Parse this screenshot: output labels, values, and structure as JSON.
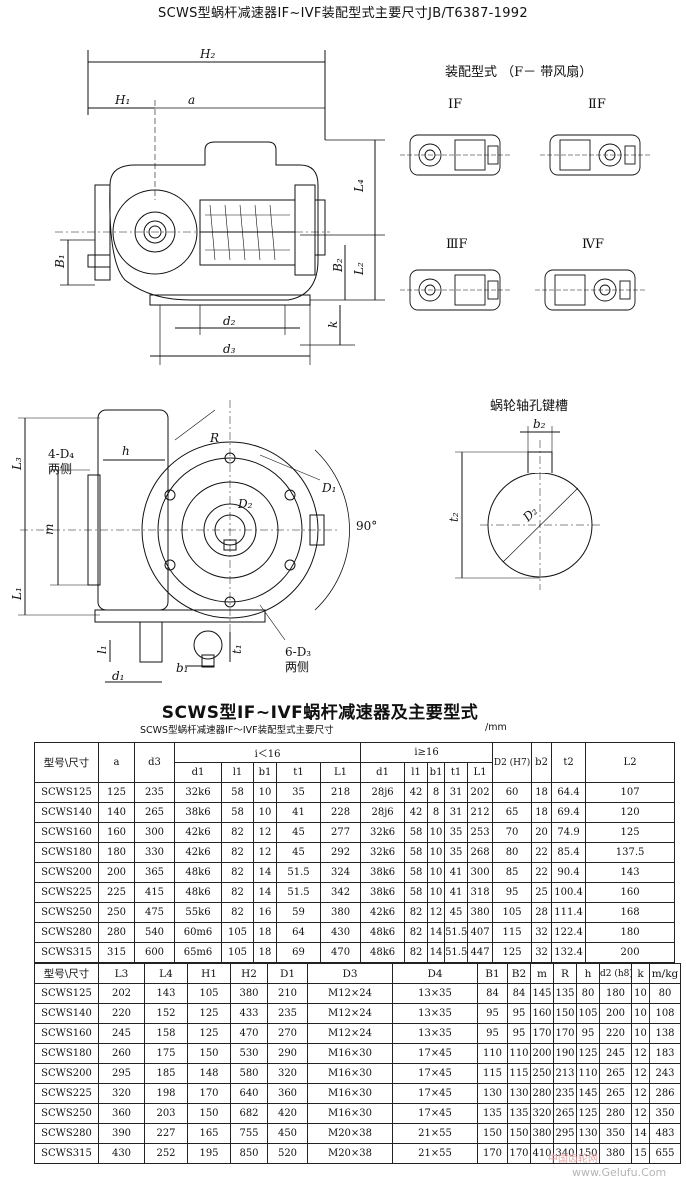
{
  "header": "SCWS型蜗杆减速器IF~IVF装配型式主要尺寸JB/T6387-1992",
  "labels": {
    "H2": "H₂",
    "H1": "H₁",
    "a": "a",
    "L4": "L₄",
    "L2": "L₂",
    "B1": "B₁",
    "B2": "B₂",
    "k": "k",
    "d2": "d₂",
    "d3": "d₃",
    "L3": "L₃",
    "L1": "L₁",
    "m": "m",
    "h": "h",
    "R": "R",
    "D4_line1": "4-D₄",
    "D4_line2": "两侧",
    "D1": "D₁",
    "D2": "D₂",
    "deg90": "90°",
    "D3_line1": "6-D₃",
    "D3_line2": "两侧",
    "l1": "l₁",
    "b1": "b₁",
    "t1": "t₁",
    "d1": "d₁",
    "b2": "b₂",
    "t2": "t₂",
    "D2b": "D₂"
  },
  "assembly": {
    "title": "装配型式  （F－ 带风扇）",
    "forms": [
      "ⅠF",
      "ⅡF",
      "ⅢF",
      "ⅣF"
    ]
  },
  "keyway_title": "蜗轮轴孔键槽",
  "doc_title": "SCWS型IF~IVF蜗杆减速器及主要型式",
  "subtitle": "SCWS型蜗杆减速器IF～IVF装配型式主要尺寸",
  "unit": "/mm",
  "table1": {
    "corner": "型号\\尺寸",
    "a": "a",
    "d3": "d3",
    "group_lt": "i＜16",
    "group_ge": "i≥16",
    "sub_lt": [
      "d1",
      "l1",
      "b1",
      "t1",
      "L1"
    ],
    "sub_ge": [
      "d1",
      "l1",
      "b1",
      "t1",
      "L1"
    ],
    "tail": [
      "D2 (H7)",
      "b2",
      "t2",
      "L2"
    ],
    "rows": [
      [
        "SCWS125",
        "125",
        "235",
        "32k6",
        "58",
        "10",
        "35",
        "218",
        "28j6",
        "42",
        "8",
        "31",
        "202",
        "60",
        "18",
        "64.4",
        "107"
      ],
      [
        "SCWS140",
        "140",
        "265",
        "38k6",
        "58",
        "10",
        "41",
        "228",
        "28j6",
        "42",
        "8",
        "31",
        "212",
        "65",
        "18",
        "69.4",
        "120"
      ],
      [
        "SCWS160",
        "160",
        "300",
        "42k6",
        "82",
        "12",
        "45",
        "277",
        "32k6",
        "58",
        "10",
        "35",
        "253",
        "70",
        "20",
        "74.9",
        "125"
      ],
      [
        "SCWS180",
        "180",
        "330",
        "42k6",
        "82",
        "12",
        "45",
        "292",
        "32k6",
        "58",
        "10",
        "35",
        "268",
        "80",
        "22",
        "85.4",
        "137.5"
      ],
      [
        "SCWS200",
        "200",
        "365",
        "48k6",
        "82",
        "14",
        "51.5",
        "324",
        "38k6",
        "58",
        "10",
        "41",
        "300",
        "85",
        "22",
        "90.4",
        "143"
      ],
      [
        "SCWS225",
        "225",
        "415",
        "48k6",
        "82",
        "14",
        "51.5",
        "342",
        "38k6",
        "58",
        "10",
        "41",
        "318",
        "95",
        "25",
        "100.4",
        "160"
      ],
      [
        "SCWS250",
        "250",
        "475",
        "55k6",
        "82",
        "16",
        "59",
        "380",
        "42k6",
        "82",
        "12",
        "45",
        "380",
        "105",
        "28",
        "111.4",
        "168"
      ],
      [
        "SCWS280",
        "280",
        "540",
        "60m6",
        "105",
        "18",
        "64",
        "430",
        "48k6",
        "82",
        "14",
        "51.5",
        "407",
        "115",
        "32",
        "122.4",
        "180"
      ],
      [
        "SCWS315",
        "315",
        "600",
        "65m6",
        "105",
        "18",
        "69",
        "470",
        "48k6",
        "82",
        "14",
        "51.5",
        "447",
        "125",
        "32",
        "132.4",
        "200"
      ]
    ]
  },
  "table2": {
    "headers": [
      "型号\\尺寸",
      "L3",
      "L4",
      "H1",
      "H2",
      "D1",
      "D3",
      "D4",
      "B1",
      "B2",
      "m",
      "R",
      "h",
      "d2 (h8)",
      "k",
      "m/kg"
    ],
    "rows": [
      [
        "SCWS125",
        "202",
        "143",
        "105",
        "380",
        "210",
        "M12×24",
        "13×35",
        "84",
        "84",
        "145",
        "135",
        "80",
        "180",
        "10",
        "80"
      ],
      [
        "SCWS140",
        "220",
        "152",
        "125",
        "433",
        "235",
        "M12×24",
        "13×35",
        "95",
        "95",
        "160",
        "150",
        "105",
        "200",
        "10",
        "108"
      ],
      [
        "SCWS160",
        "245",
        "158",
        "125",
        "470",
        "270",
        "M12×24",
        "13×35",
        "95",
        "95",
        "170",
        "170",
        "95",
        "220",
        "10",
        "138"
      ],
      [
        "SCWS180",
        "260",
        "175",
        "150",
        "530",
        "290",
        "M16×30",
        "17×45",
        "110",
        "110",
        "200",
        "190",
        "125",
        "245",
        "12",
        "183"
      ],
      [
        "SCWS200",
        "295",
        "185",
        "148",
        "580",
        "320",
        "M16×30",
        "17×45",
        "115",
        "115",
        "250",
        "213",
        "110",
        "265",
        "12",
        "243"
      ],
      [
        "SCWS225",
        "320",
        "198",
        "170",
        "640",
        "360",
        "M16×30",
        "17×45",
        "130",
        "130",
        "280",
        "235",
        "145",
        "265",
        "12",
        "286"
      ],
      [
        "SCWS250",
        "360",
        "203",
        "150",
        "682",
        "420",
        "M16×30",
        "17×45",
        "135",
        "135",
        "320",
        "265",
        "125",
        "280",
        "12",
        "350"
      ],
      [
        "SCWS280",
        "390",
        "227",
        "165",
        "755",
        "450",
        "M20×38",
        "21×55",
        "150",
        "150",
        "380",
        "295",
        "130",
        "350",
        "14",
        "483"
      ],
      [
        "SCWS315",
        "430",
        "252",
        "195",
        "850",
        "520",
        "M20×38",
        "21×55",
        "170",
        "170",
        "410",
        "340",
        "150",
        "380",
        "15",
        "655"
      ]
    ]
  },
  "watermark": {
    "line1": "中国齿轮网",
    "line2": "www.Gelufu.Com"
  }
}
